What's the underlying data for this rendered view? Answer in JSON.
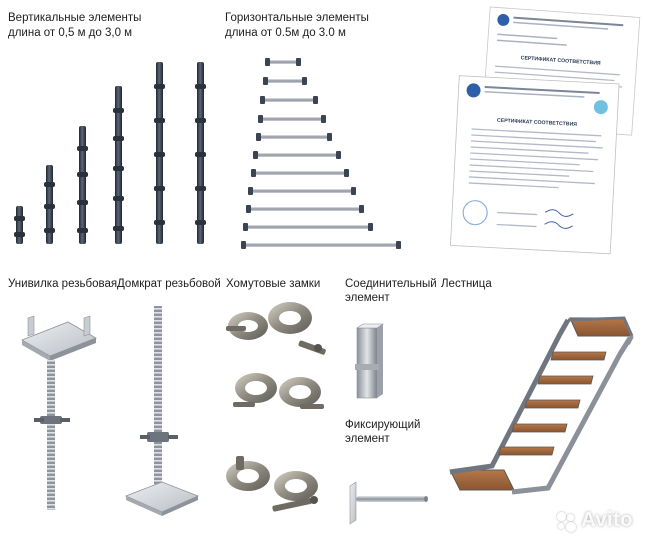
{
  "labels": {
    "vertical_title": "Вертикальные элементы",
    "vertical_range": "длина от 0,5 м до 3,0 м",
    "horizontal_title": "Горизонтальные элементы",
    "horizontal_range": "длина от 0.5м до 3.0 м",
    "fork": "Унивилка резьбовая",
    "jack": "Домкрат резьбовой",
    "clamps": "Хомутовые замки",
    "connector_line1": "Соединительный",
    "connector_line2": "элемент",
    "ladder": "Лестница",
    "fixing_line1": "Фиксирующий",
    "fixing_line2": "элемент"
  },
  "certificates": {
    "title_back": "СЕРТИФИКАТ СООТВЕТСТВИЯ",
    "title_front": "СЕРТИФИКАТ СООТВЕТСТВИЯ"
  },
  "watermark": {
    "text": "Avito"
  },
  "colors": {
    "metal_dark": "#3b4452",
    "metal_light": "#c9ccd1",
    "wood": "#a0663a",
    "cert_blue": "#2e5fa8"
  }
}
